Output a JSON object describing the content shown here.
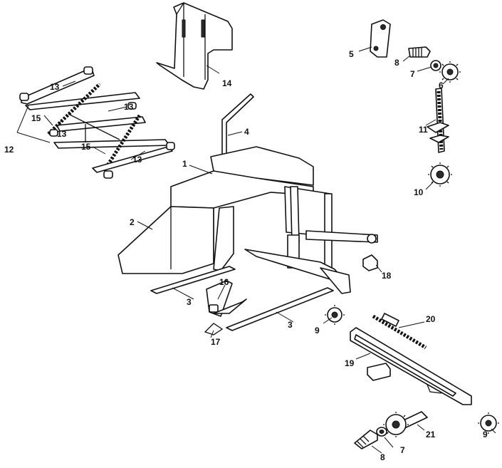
{
  "callouts": {
    "c1": "1",
    "c2": "2",
    "c3a": "3",
    "c3b": "3",
    "c4": "4",
    "c5": "5",
    "c6": "6",
    "c7a": "7",
    "c7b": "7",
    "c8a": "8",
    "c8b": "8",
    "c9a": "9",
    "c9b": "9",
    "c10": "10",
    "c11": "11",
    "c12": "12",
    "c13a": "13",
    "c13b": "13",
    "c13c": "13",
    "c13d": "13",
    "c14": "14",
    "c15a": "15",
    "c15b": "15",
    "c16": "16",
    "c17": "17",
    "c18": "18",
    "c19": "19",
    "c20": "20",
    "c21": "21"
  }
}
